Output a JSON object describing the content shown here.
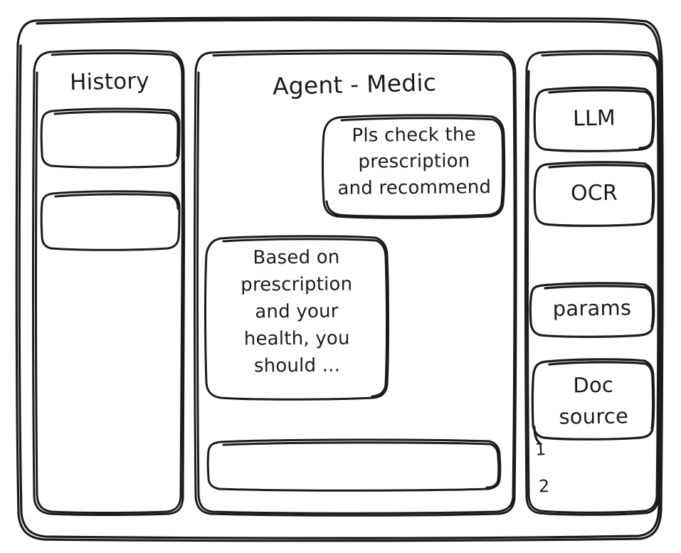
{
  "window": {
    "style": "hand-drawn-wireframe",
    "stroke_color": "#1b1b1f",
    "background_color": "#ffffff"
  },
  "sidebar_left": {
    "title": "History",
    "items": [
      {
        "label": ""
      },
      {
        "label": ""
      }
    ]
  },
  "main": {
    "title": "Agent - Medic",
    "messages": [
      {
        "role": "user",
        "text": "Pls check the\nprescription\nand recommend"
      },
      {
        "role": "assistant",
        "text": "Based on\nprescription\nand your\nhealth, you\nshould ..."
      }
    ],
    "composer": {
      "value": "",
      "placeholder": ""
    }
  },
  "sidebar_right": {
    "cards": [
      {
        "label": "LLM"
      },
      {
        "label": "OCR"
      },
      {
        "label": "params"
      },
      {
        "label": "Doc\nsource"
      }
    ],
    "doc_sources": [
      {
        "index": "1"
      },
      {
        "index": "2"
      }
    ]
  }
}
